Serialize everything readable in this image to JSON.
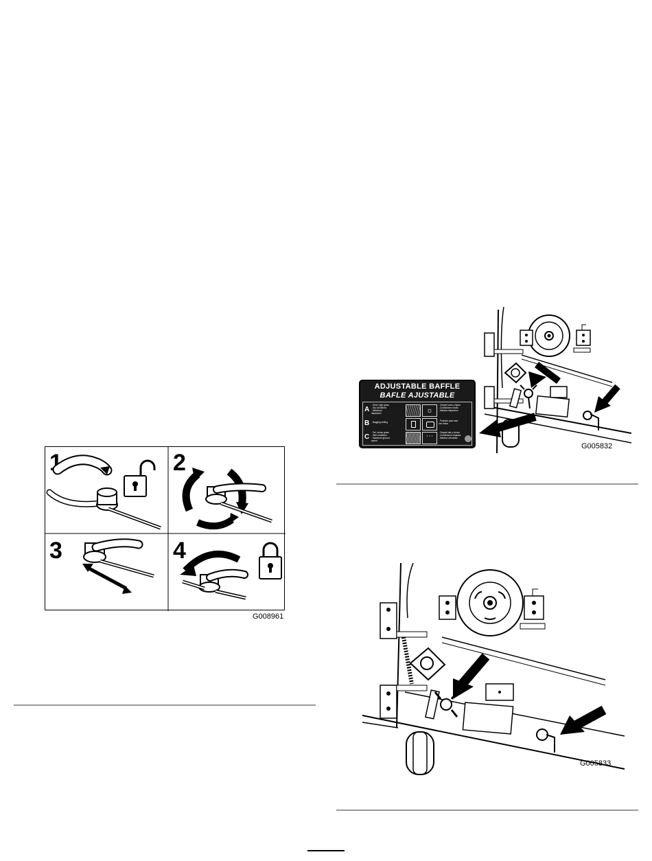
{
  "figures": {
    "fig_latch_steps": {
      "code": "G008961",
      "steps": [
        "1",
        "2",
        "3",
        "4"
      ]
    },
    "fig_baffle_decal": {
      "code": "G005832",
      "decal": {
        "title": "ADJUSTABLE BAFFLE",
        "subtitle": "BAFLE AJUSTABLE",
        "rows": [
          {
            "letter": "A",
            "left_lines": [
              "- Short, light grass",
              "- Dry conditions",
              "- Maximum",
              "  dispersion"
            ],
            "right_lines": [
              "- Césped corto y ligero",
              "- Condiciones secas",
              "- Máxima dispersión"
            ]
          },
          {
            "letter": "B",
            "left_lines": [
              "- Bagging setting"
            ],
            "right_lines": [
              "- Posición para usar",
              "  con bolsa"
            ]
          },
          {
            "letter": "C",
            "left_lines": [
              "- Tall, dense grass",
              "- Wet conditions",
              "- Maximum ground",
              "  speed"
            ],
            "right_lines": [
              "- Césped alto y denso",
              "- Condiciones mojadas",
              "- Máxima velocidad"
            ]
          }
        ]
      }
    },
    "fig_baffle_mount": {
      "code": "G005833"
    }
  }
}
